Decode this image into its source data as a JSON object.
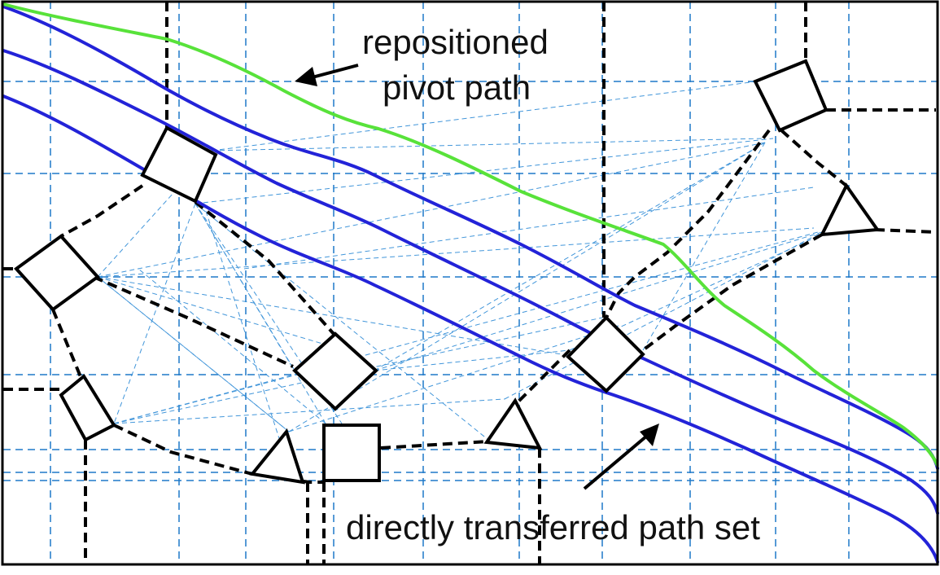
{
  "annotations": {
    "pivot_label_line1": "repositioned",
    "pivot_label_line2": "pivot path",
    "transferred_label": "directly transferred path set"
  },
  "colors": {
    "background": "#ffffff",
    "frame": "#000000",
    "grid": "#1f78c8",
    "pivot_path": "#58e23a",
    "transferred_paths": "#2323d8",
    "roads": "#000000",
    "nodes": "#000000",
    "connector_lines": "#2e8bd6"
  },
  "legend": {
    "pivot_path": "repositioned pivot path",
    "transferred_path_set": "directly transferred path set",
    "pivot_path_count": 1,
    "transferred_path_count": 3
  }
}
